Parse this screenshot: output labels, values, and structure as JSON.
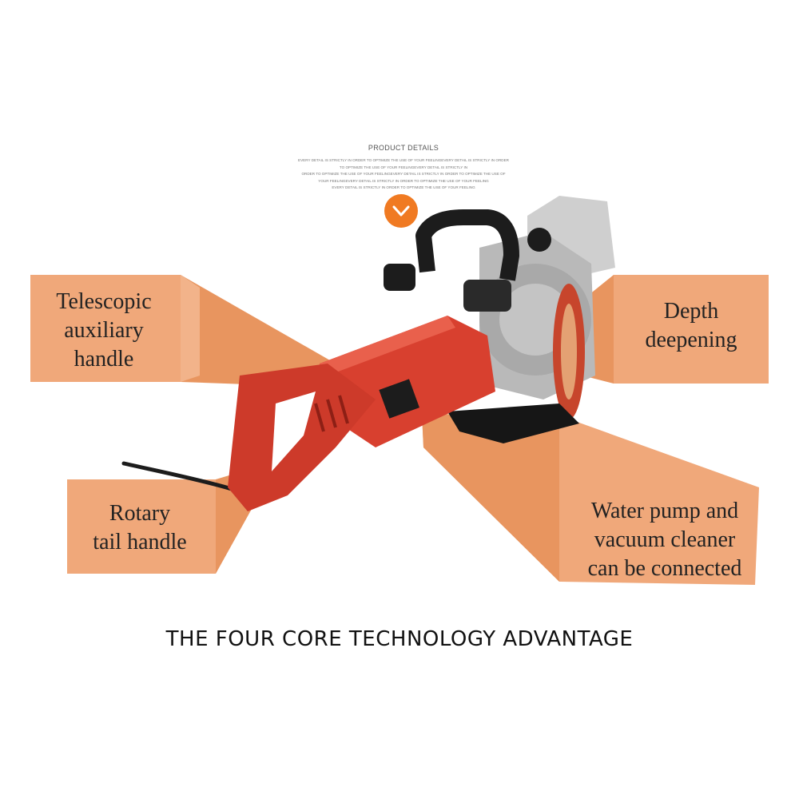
{
  "header": {
    "title": "PRODUCT DETAILS",
    "subtitle_lines": [
      "EVERY DETAIL IS STRICTLY IN ORDER TO OPTIMIZE THE USE OF YOUR FEELINGEVERY DETAIL IS STRICTLY IN ORDER",
      "TO OPTIMIZE THE USE OF YOUR FEELINGEVERY DETAIL IS STRICTLY IN",
      "ORDER TO OPTIMIZE THE USE OF YOUR FEELINGEVERY DETAIL IS STRICTLY IN ORDER TO OPTIMIZE THE USE OF",
      "YOUR FEELINGEVERY DETAIL IS STRICTLY IN ORDER TO OPTIMIZE THE USE OF YOUR FEELING",
      "EVERY DETAIL IS STRICTLY IN ORDER TO OPTIMIZE THE USE OF YOUR FEELING"
    ],
    "badge_icon": "chevron-down-icon",
    "badge_color": "#f07a22"
  },
  "callouts": {
    "top_left": [
      "Telescopic",
      "auxiliary",
      "handle"
    ],
    "top_right": [
      "Depth",
      "deepening"
    ],
    "bottom_left": [
      "Rotary",
      "tail handle"
    ],
    "bottom_right": [
      "Water pump and",
      "vacuum cleaner",
      "can be connected"
    ]
  },
  "footer": {
    "headline": "THE FOUR CORE TECHNOLOGY ADVANTAGE"
  },
  "colors": {
    "panel": "#f0a87a",
    "panel_dark": "#e8955f",
    "tool_red": "#d8402f",
    "tool_gray": "#b9b9b9"
  }
}
